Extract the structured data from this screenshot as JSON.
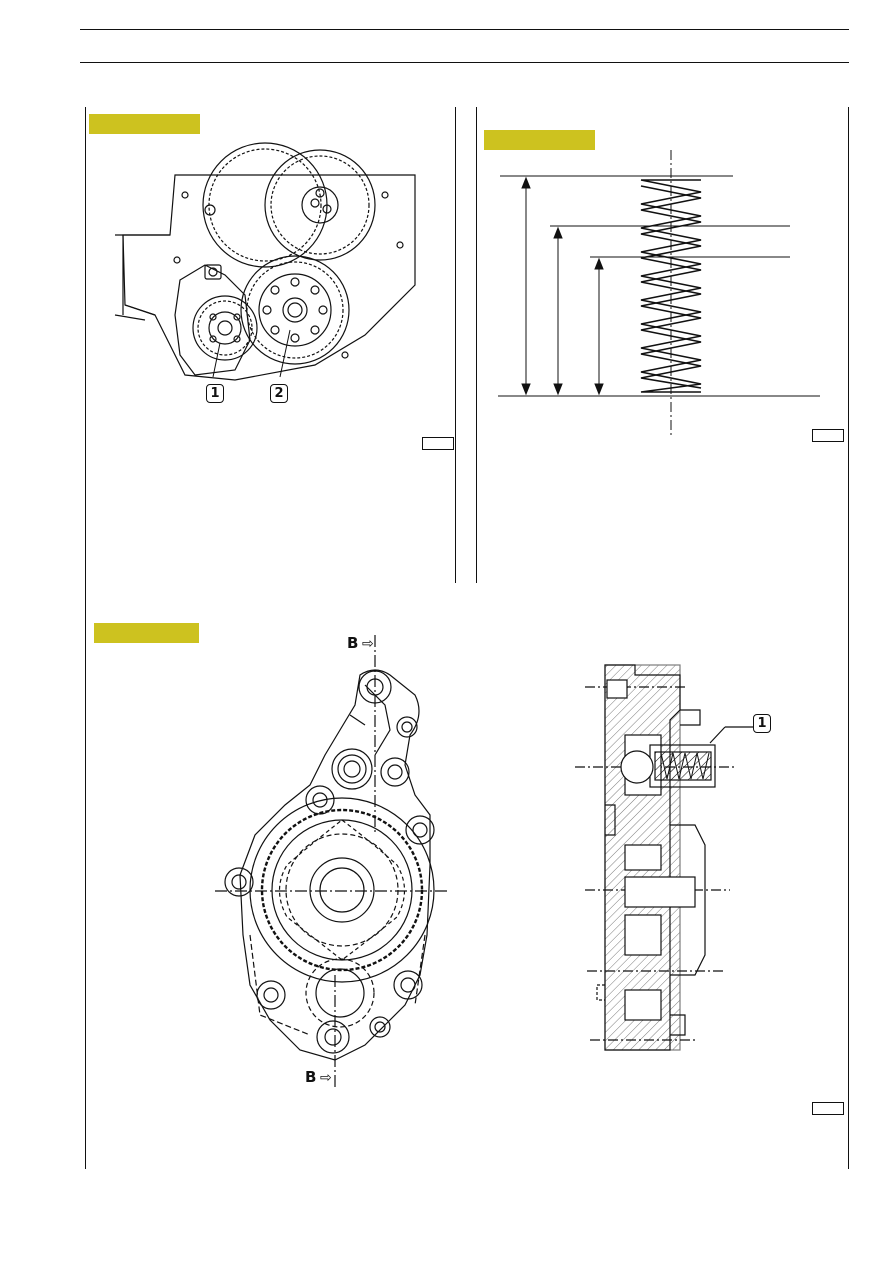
{
  "header": {
    "title": "",
    "section": ""
  },
  "figure1": {
    "tag_label": "",
    "callouts": [
      "1",
      "2"
    ],
    "ref_label": ""
  },
  "figure2": {
    "tag_label": "",
    "ref_label": ""
  },
  "figure3": {
    "tag_label": "",
    "section_marks": [
      "B",
      "B"
    ],
    "callouts": [
      "1"
    ],
    "ref_label": ""
  },
  "colors": {
    "tag": "#cdc21f",
    "ink": "#111111"
  }
}
